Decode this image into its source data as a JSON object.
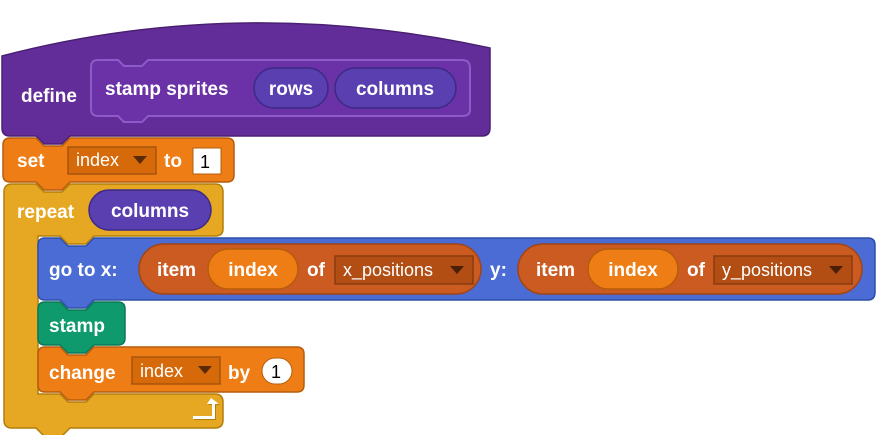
{
  "colors": {
    "custom": "#632D99",
    "custom_dark": "#4A2073",
    "variable": "#EE7D16",
    "variable_dark": "#B65C0B",
    "control": "#E6A822",
    "control_dark": "#B27E0A",
    "motion": "#4A6CD4",
    "motion_dark": "#2E4EA8",
    "pen": "#0E9A6C",
    "pen_dark": "#0B7755",
    "list": "#CC5B22",
    "list_dark": "#A04516",
    "reporter_custom": "#5A3FB0"
  },
  "define_block": {
    "keyword": "define",
    "name": "stamp sprites",
    "params": [
      "rows",
      "columns"
    ]
  },
  "set_block": {
    "keyword": "set",
    "variable": "index",
    "to_label": "to",
    "value": "1"
  },
  "repeat_block": {
    "keyword": "repeat",
    "count_param": "columns",
    "loop_arrow_icon": "loop-arrow-icon"
  },
  "goto_block": {
    "label_x": "go to x:",
    "label_y": "y:",
    "x_item": {
      "item_label": "item",
      "index_var": "index",
      "of_label": "of",
      "list": "x_positions"
    },
    "y_item": {
      "item_label": "item",
      "index_var": "index",
      "of_label": "of",
      "list": "y_positions"
    }
  },
  "stamp_block": {
    "label": "stamp"
  },
  "change_block": {
    "keyword": "change",
    "variable": "index",
    "by_label": "by",
    "value": "1"
  }
}
